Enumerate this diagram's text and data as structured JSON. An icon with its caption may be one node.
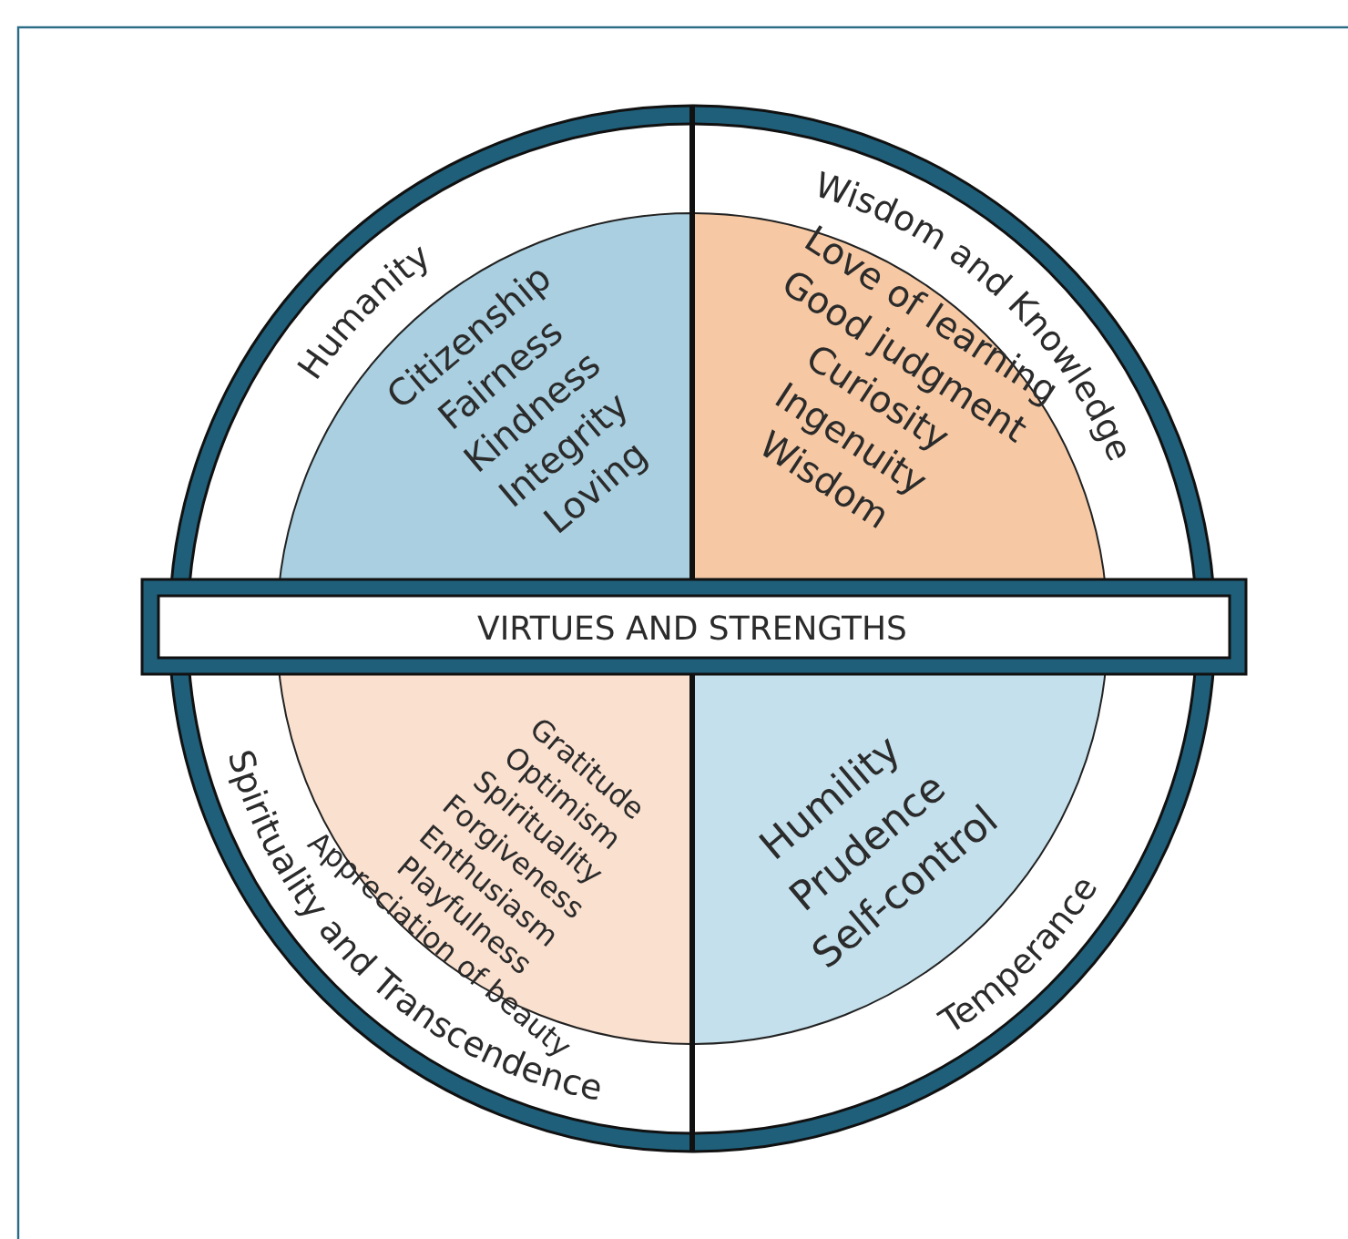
{
  "diagram": {
    "nodes": [
      {
        "text": [
          "Humanity",
          "Citizenship",
          "Fairness",
          "Kindness",
          "Integrity",
          "Loving"
        ]
      },
      {
        "text": [
          "Wisdom and Knowledge",
          "Love of learning",
          "Good judgment",
          "Curiosity",
          "Ingenuity",
          "Wisdom"
        ]
      },
      {
        "text": [
          "VIRTUES AND STRENGTHS"
        ]
      },
      {
        "text": [
          "Spirituality and Transcendence",
          "Gratitude",
          "Optimism",
          "Spirituality",
          "Forgiveness",
          "Enthusiasm",
          "Playfulness",
          "Appreciation of beauty"
        ]
      },
      {
        "text": [
          "Temperance",
          "Humility",
          "Prudence",
          "Self-control"
        ]
      }
    ],
    "edges": []
  }
}
